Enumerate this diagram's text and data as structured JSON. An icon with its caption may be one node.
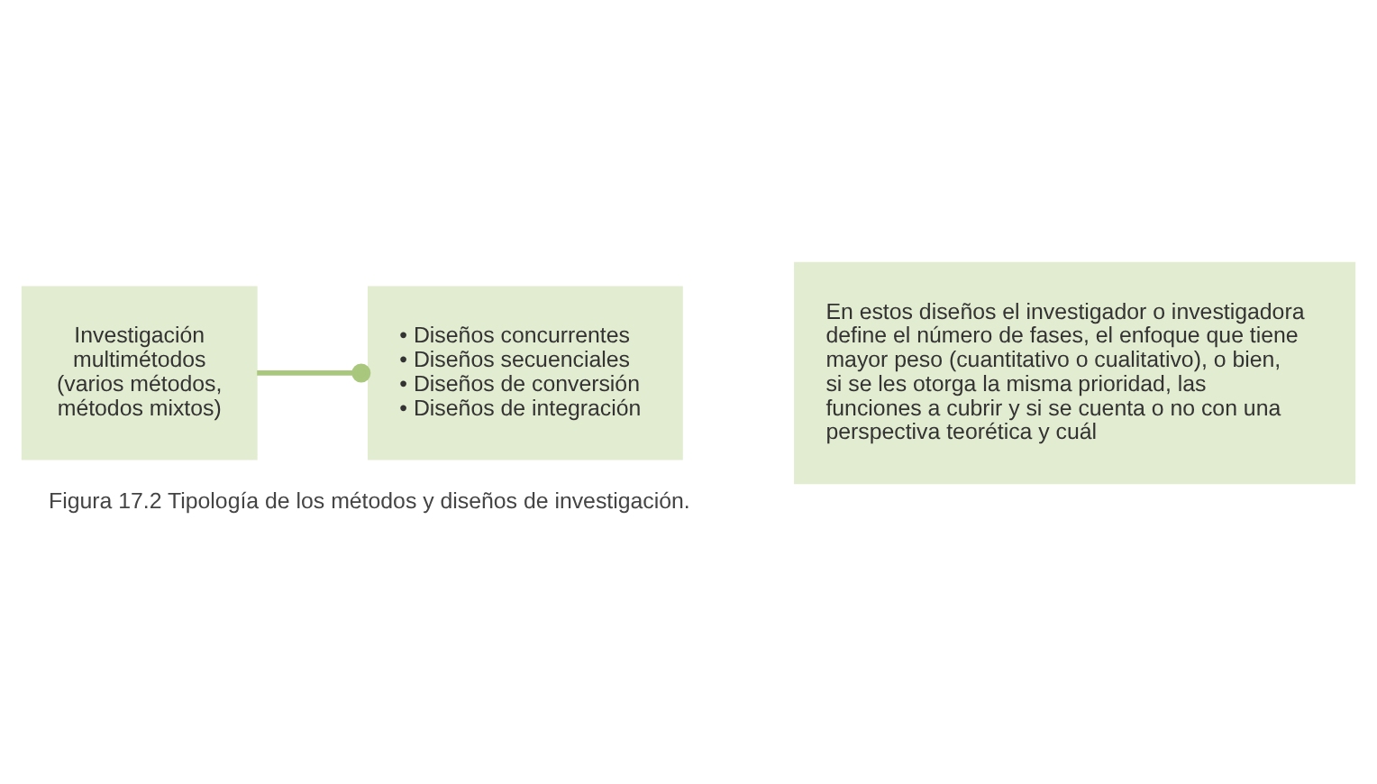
{
  "diagram": {
    "caption": "Figura 17.2 Tipología de los métodos y diseños de investigación.",
    "nodes": [
      {
        "text": [
          "Investigación multimétodos (varios métodos, métodos mixtos)"
        ]
      },
      {
        "text": [
          "• Diseños concurrentes",
          "• Diseños secuenciales",
          "• Diseños de conversión",
          "• Diseños de integración"
        ]
      },
      {
        "text": [
          "En estos diseños el investigador o investigadora define el número de fases, el enfoque que tiene mayor peso (cuantitativo o cualitativo), o bien, si se les otorga la misma prioridad, las funciones a cubrir y si se cuenta o no con una perspectiva teorética y cuál"
        ]
      }
    ],
    "edges": [
      {
        "from": 0,
        "to": 1,
        "arrow": "other"
      }
    ]
  }
}
